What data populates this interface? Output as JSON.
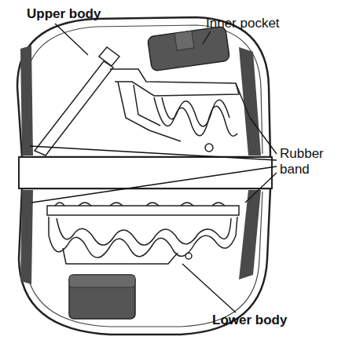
{
  "diagram": {
    "labels": [
      "Upper body",
      "Inner pocket",
      "Rubber band",
      "Lower body"
    ]
  }
}
